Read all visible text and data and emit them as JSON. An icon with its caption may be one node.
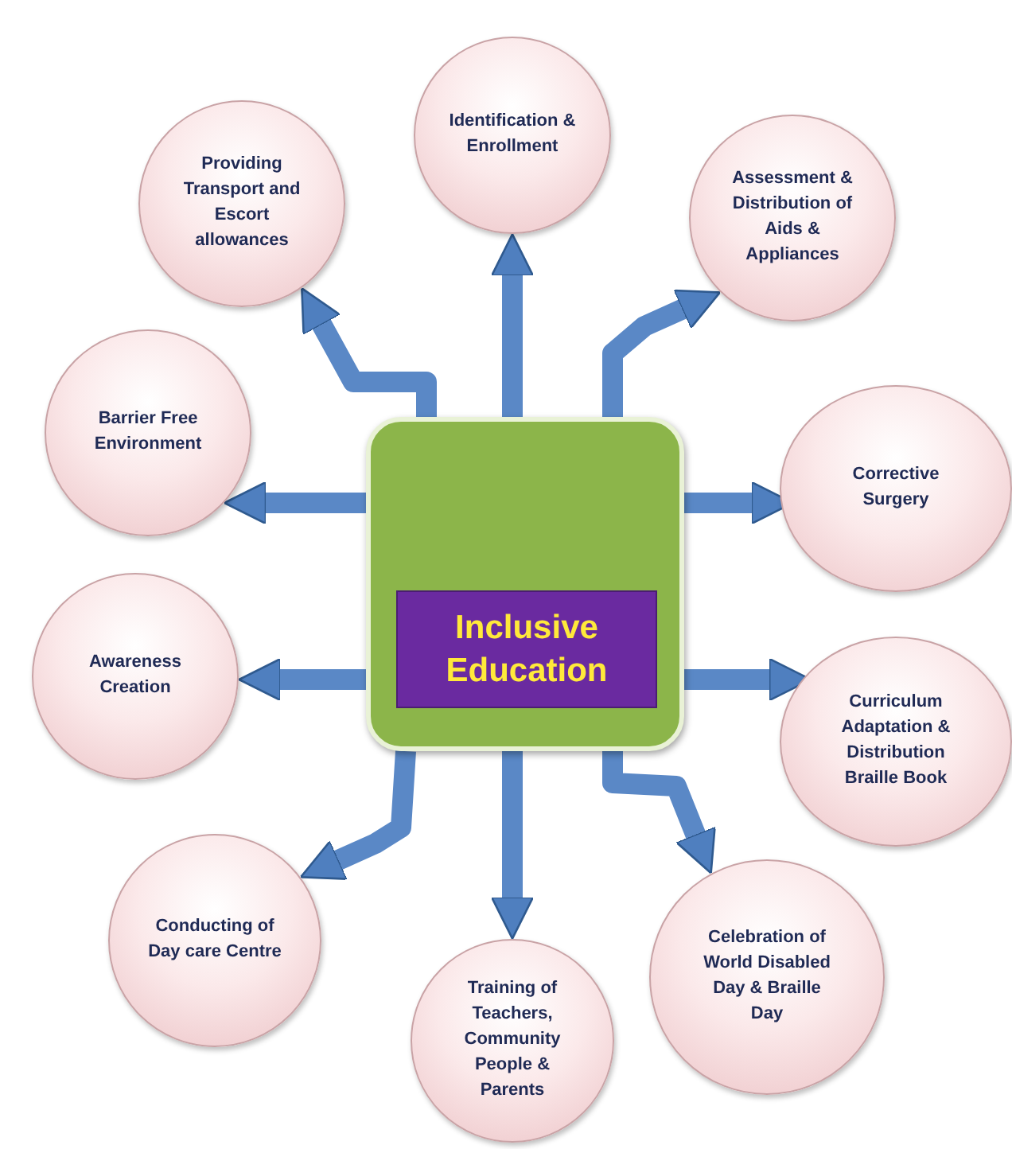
{
  "diagram": {
    "nodes": [
      {
        "text": [],
        "shape": "box"
      },
      {
        "text": [
          "Inclusive Education"
        ],
        "in": 0
      },
      {
        "text": [
          "Identification & Enrollment"
        ]
      },
      {
        "text": [
          "Providing Transport and Escort allowances"
        ]
      },
      {
        "text": [
          "Assessment & Distribution of Aids & Appliances"
        ]
      },
      {
        "text": [
          "Barrier Free Environment"
        ]
      },
      {
        "text": [
          "Corrective Surgery"
        ]
      },
      {
        "text": [
          "Awareness Creation"
        ]
      },
      {
        "text": [
          "Curriculum Adaptation & Distribution Braille Book"
        ]
      },
      {
        "text": [
          "Conducting of Day care Centre"
        ]
      },
      {
        "text": [
          "Celebration of World Disabled Day & Braille Day"
        ]
      },
      {
        "text": [
          "Training of Teachers, Community People & Parents"
        ]
      }
    ],
    "edges": [
      {
        "from": 0,
        "to": 2,
        "arrow": "to"
      },
      {
        "from": 0,
        "to": 3,
        "arrow": "to"
      },
      {
        "from": 0,
        "to": 4,
        "arrow": "to"
      },
      {
        "from": 0,
        "to": 5,
        "arrow": "to"
      },
      {
        "from": 0,
        "to": 6,
        "arrow": "to"
      },
      {
        "from": 0,
        "to": 7,
        "arrow": "to"
      },
      {
        "from": 0,
        "to": 8,
        "arrow": "to"
      },
      {
        "from": 0,
        "to": 9,
        "arrow": "to"
      },
      {
        "from": 0,
        "to": 10,
        "arrow": "to"
      },
      {
        "from": 0,
        "to": 11,
        "arrow": "to"
      }
    ]
  }
}
